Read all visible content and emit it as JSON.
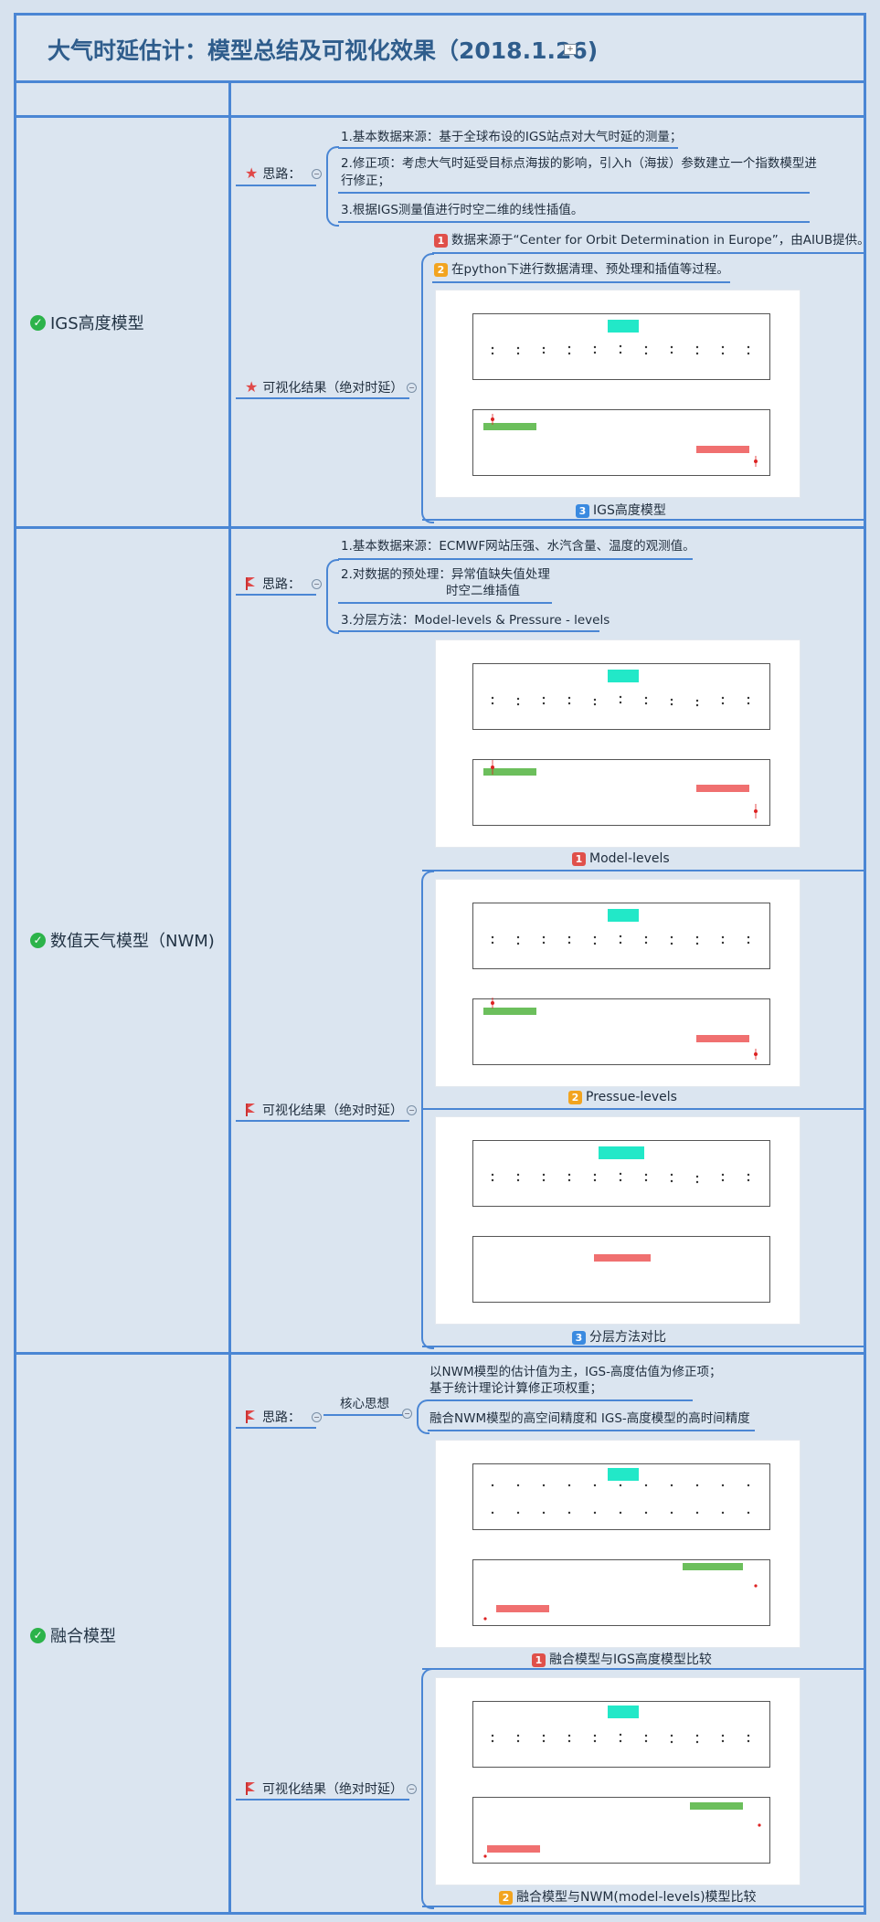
{
  "title": "大气时延估计：模型总结及可视化效果（2018.1.26)",
  "sections": {
    "igs": {
      "label": "IGS高度模型",
      "idea_label": "思路：",
      "idea_items": [
        "1.基本数据来源：基于全球布设的IGS站点对大气时延的测量；",
        "2.修正项：考虑大气时延受目标点海拔的影响，引入h（海拔）参数建立一个指数模型进",
        "行修正；",
        "3.根据IGS测量值进行时空二维的线性插值。"
      ],
      "viz_label": "可视化结果（绝对时延）",
      "viz_items": [
        {
          "num": "1",
          "text": "数据来源于“Center for Orbit Determination in Europe”，由AIUB提供。"
        },
        {
          "num": "2",
          "text": "在python下进行数据清理、预处理和插值等过程。"
        },
        {
          "num": "3",
          "text": "IGS高度模型"
        }
      ]
    },
    "nwm": {
      "label": "数值天气模型（NWM)",
      "idea_label": "思路：",
      "idea_items": [
        "1.基本数据来源：ECMWF网站压强、水汽含量、温度的观测值。",
        "2.对数据的预处理：异常值缺失值处理",
        "时空二维插值",
        "3.分层方法：Model-levels & Pressure - levels"
      ],
      "viz_label": "可视化结果（绝对时延）",
      "viz_items": [
        {
          "num": "1",
          "text": "Model-levels"
        },
        {
          "num": "2",
          "text": "Pressue-levels"
        },
        {
          "num": "3",
          "text": "分层方法对比"
        }
      ]
    },
    "fusion": {
      "label": "融合模型",
      "idea_label": "思路：",
      "core_label": "核心思想",
      "core_items": [
        "以NWM模型的估计值为主，IGS-高度估值为修正项；",
        "基于统计理论计算修正项权重；",
        "融合NWM模型的高空间精度和 IGS-高度模型的高时间精度"
      ],
      "viz_label": "可视化结果（绝对时延）",
      "viz_items": [
        {
          "num": "1",
          "text": "融合模型与IGS高度模型比较"
        },
        {
          "num": "2",
          "text": "融合模型与NWM(model-levels)模型比较"
        }
      ]
    }
  },
  "colors": {
    "border": "#4a86d4",
    "background": "#dbe5f0",
    "title": "#2f5d8c",
    "check": "#2cb34a",
    "red": "#e0504a",
    "orange": "#f2a420",
    "blue": "#3a8ae0",
    "legend_cyan": "#22e8c8",
    "legend_green": "#6cbf5c",
    "legend_red": "#f07070"
  },
  "icons": {
    "section": "check-circle-icon",
    "igs_node": "star-icon",
    "other_node": "flag-icon",
    "collapse": "collapse-minus-icon",
    "title": "note-icon"
  }
}
